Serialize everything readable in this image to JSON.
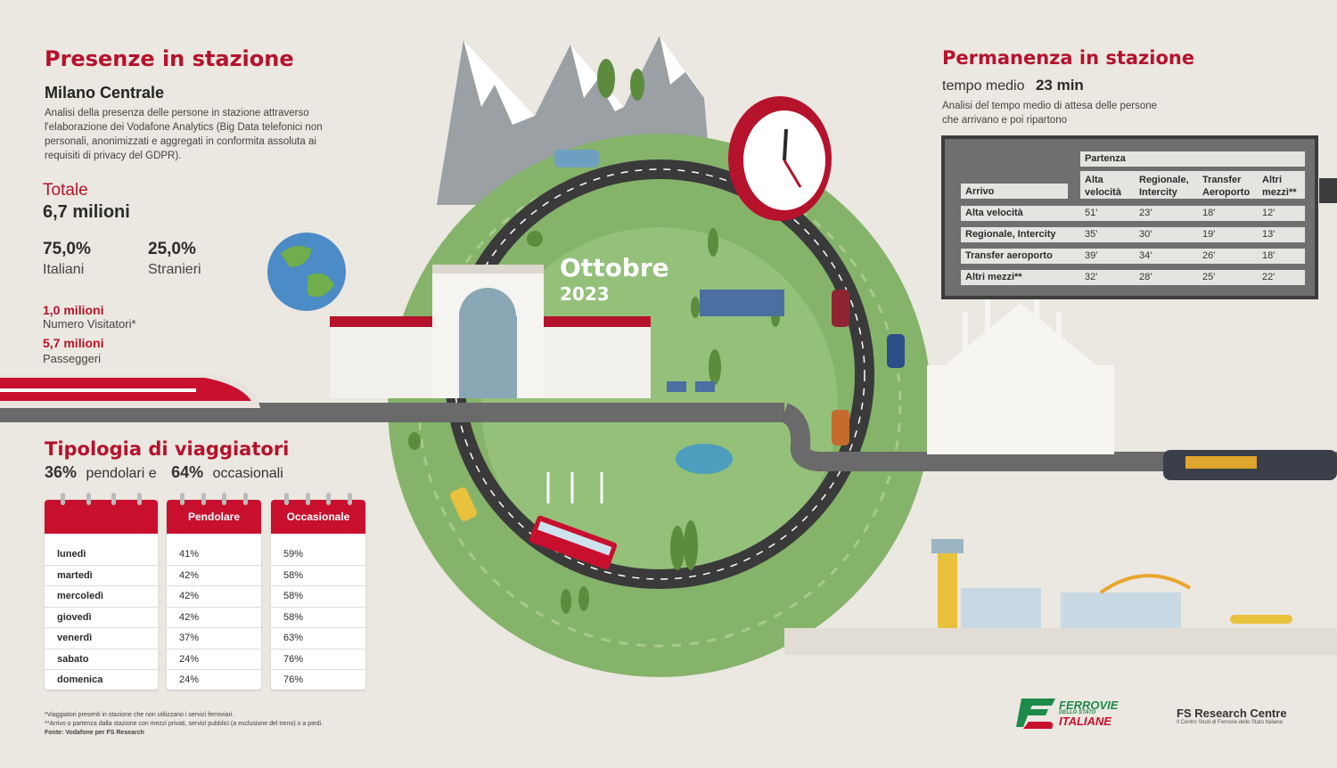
{
  "presence": {
    "title": "Presenze in stazione",
    "station": "Milano Centrale",
    "description_lines": [
      "Analisi della presenza delle persone in stazione attraverso",
      "l'elaborazione dei Vodafone Analytics (Big Data telefonici non",
      "personali, anonimizzati e aggregati in conformita assoluta ai",
      "requisiti di privacy del GDPR)."
    ],
    "total_label": "Totale",
    "total_value": "6,7 milioni",
    "italians_pct": "75,0%",
    "italians_label": "Italiani",
    "foreigners_pct": "25,0%",
    "foreigners_label": "Stranieri",
    "visitors_value": "1,0 milioni",
    "visitors_label": "Numero Visitatori*",
    "passengers_value": "5,7 milioni",
    "passengers_label": "Passeggeri"
  },
  "center": {
    "month": "Ottobre",
    "year": "2023"
  },
  "types": {
    "title": "Tipologia di viaggiatori",
    "commuters_pct": "36%",
    "commuters_text": "pendolari e",
    "occasional_pct": "64%",
    "occasional_text": "occasionali",
    "col_commuter": "Pendolare",
    "col_occasional": "Occasionale",
    "days": [
      "lunedì",
      "martedì",
      "mercoledì",
      "giovedì",
      "venerdì",
      "sabato",
      "domenica"
    ],
    "commuter": [
      "41%",
      "42%",
      "42%",
      "42%",
      "37%",
      "24%",
      "24%"
    ],
    "occasional": [
      "59%",
      "58%",
      "58%",
      "58%",
      "63%",
      "76%",
      "76%"
    ]
  },
  "permanence": {
    "title": "Permanenza in stazione",
    "avg_label": "tempo medio",
    "avg_value": "23 min",
    "desc_lines": [
      "Analisi del tempo medio di attesa delle persone",
      "che arrivano e poi ripartono"
    ],
    "departure_label": "Partenza",
    "arrival_label": "Arrivo",
    "cols": [
      [
        "Alta",
        "velocità"
      ],
      [
        "Regionale,",
        "Intercity"
      ],
      [
        "Transfer",
        "Aeroporto"
      ],
      [
        "Altri",
        "mezzi**"
      ]
    ],
    "rows": [
      {
        "name": "Alta velocità",
        "values": [
          "51'",
          "23'",
          "18'",
          "12'"
        ]
      },
      {
        "name": "Regionale, Intercity",
        "values": [
          "35'",
          "30'",
          "19'",
          "13'"
        ]
      },
      {
        "name": "Transfer aeroporto",
        "values": [
          "39'",
          "34'",
          "26'",
          "18'"
        ]
      },
      {
        "name": "Altri mezzi**",
        "values": [
          "32'",
          "28'",
          "25'",
          "22'"
        ]
      }
    ]
  },
  "footnotes": {
    "note1": "*Viaggiatori presenti in stazione che non utilizzano i servizi ferroviari.",
    "note2": "**Arrivo o partenza dalla stazione con mezzi privati, servizi pubblici (a esclusione del treno) o a piedi.",
    "source": "Fonte: Vodafone per FS Research"
  },
  "logos": {
    "fs_line1": "FERROVIE",
    "fs_line2": "DELLO STATO",
    "fs_line3": "ITALIANE",
    "research_title": "FS Research Centre",
    "research_sub": "Il Centro Studi di Ferrovie dello Stato Italiane"
  },
  "colors": {
    "accent": "#b5122c",
    "green": "#7fb069",
    "road": "#3a3a3a",
    "board": "#6f6f6f"
  }
}
